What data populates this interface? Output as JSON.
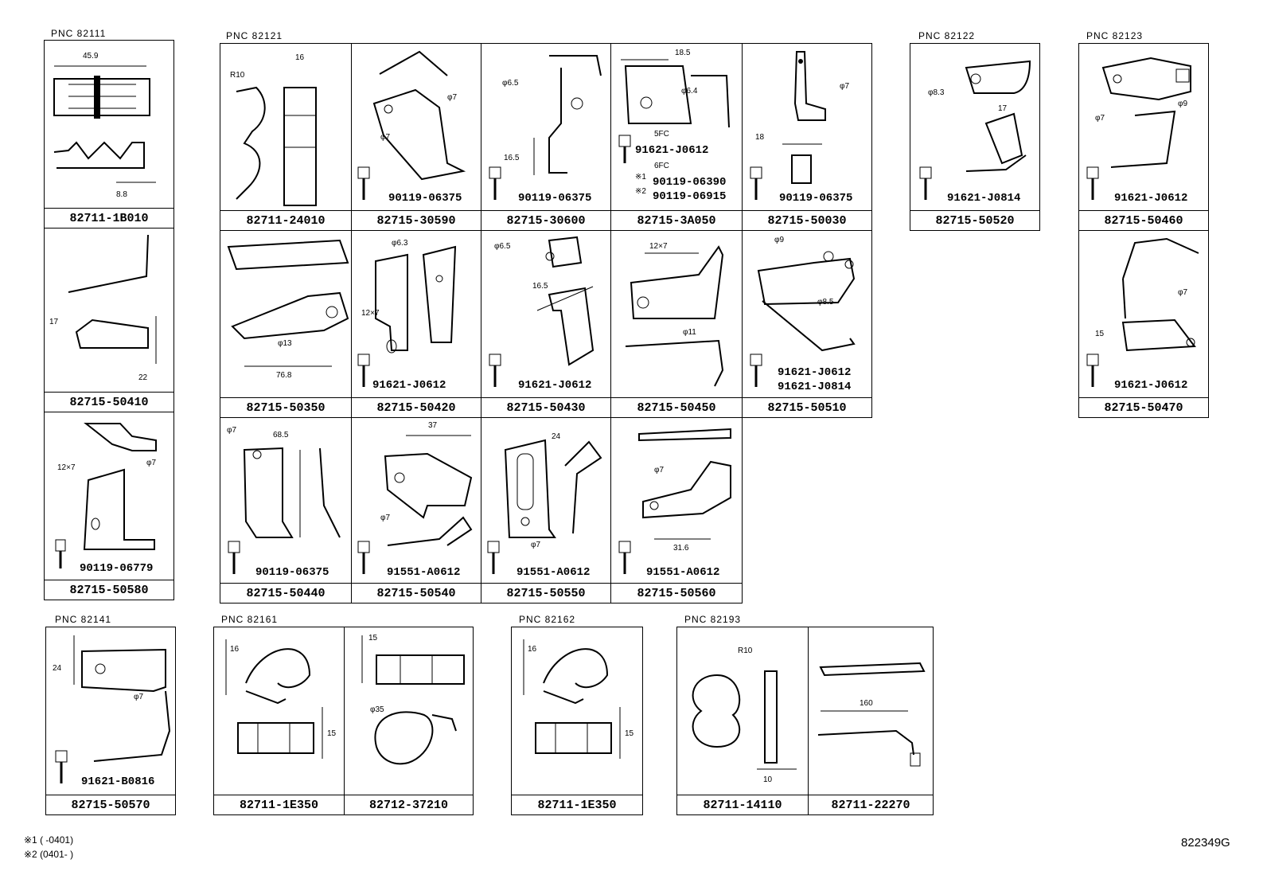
{
  "groups": [
    {
      "pnc": "PNC 82111",
      "cells": [
        {
          "label": "82711-1B010",
          "dims": [
            "45.9",
            "8.8"
          ],
          "fasteners": []
        },
        {
          "label": "82715-50410",
          "dims": [
            "17",
            "22"
          ],
          "fasteners": []
        },
        {
          "label": "82715-50580",
          "dims": [
            "12×7",
            "φ7"
          ],
          "fasteners": [
            "90119-06779"
          ]
        }
      ]
    },
    {
      "pnc": "PNC 82121",
      "cells": [
        {
          "label": "82711-24010",
          "dims": [
            "R10",
            "16"
          ],
          "fasteners": []
        },
        {
          "label": "82715-30590",
          "dims": [
            "φ7",
            "φ7"
          ],
          "fasteners": [
            "90119-06375"
          ]
        },
        {
          "label": "82715-30600",
          "dims": [
            "φ6.5",
            "16.5"
          ],
          "fasteners": [
            "90119-06375"
          ]
        },
        {
          "label": "82715-3A050",
          "dims": [
            "18.5",
            "φ6.4",
            "5FC",
            "6FC",
            "※1",
            "※2"
          ],
          "fasteners": [
            "91621-J0612",
            "90119-06390",
            "90119-06915"
          ]
        },
        {
          "label": "82715-50030",
          "dims": [
            "φ7",
            "18"
          ],
          "fasteners": [
            "90119-06375"
          ]
        },
        {
          "label": "82715-50350",
          "dims": [
            "φ13",
            "76.8"
          ],
          "fasteners": []
        },
        {
          "label": "82715-50420",
          "dims": [
            "φ6.3",
            "12×7"
          ],
          "fasteners": [
            "91621-J0612"
          ]
        },
        {
          "label": "82715-50430",
          "dims": [
            "φ6.5",
            "16.5"
          ],
          "fasteners": [
            "91621-J0612"
          ]
        },
        {
          "label": "82715-50450",
          "dims": [
            "12×7",
            "φ11"
          ],
          "fasteners": []
        },
        {
          "label": "82715-50510",
          "dims": [
            "φ9",
            "φ8.5"
          ],
          "fasteners": [
            "91621-J0612",
            "91621-J0814"
          ]
        },
        {
          "label": "82715-50440",
          "dims": [
            "φ7",
            "68.5"
          ],
          "fasteners": [
            "90119-06375"
          ]
        },
        {
          "label": "82715-50540",
          "dims": [
            "37",
            "φ7"
          ],
          "fasteners": [
            "91551-A0612"
          ]
        },
        {
          "label": "82715-50550",
          "dims": [
            "24",
            "φ7"
          ],
          "fasteners": [
            "91551-A0612"
          ]
        },
        {
          "label": "82715-50560",
          "dims": [
            "φ7",
            "31.6"
          ],
          "fasteners": [
            "91551-A0612"
          ]
        }
      ]
    },
    {
      "pnc": "PNC 82122",
      "cells": [
        {
          "label": "82715-50520",
          "dims": [
            "φ8.3",
            "17"
          ],
          "fasteners": [
            "91621-J0814"
          ]
        }
      ]
    },
    {
      "pnc": "PNC 82123",
      "cells": [
        {
          "label": "82715-50460",
          "dims": [
            "φ7",
            "φ9"
          ],
          "fasteners": [
            "91621-J0612"
          ]
        },
        {
          "label": "82715-50470",
          "dims": [
            "φ7",
            "15"
          ],
          "fasteners": [
            "91621-J0612"
          ]
        }
      ]
    },
    {
      "pnc": "PNC 82141",
      "cells": [
        {
          "label": "82715-50570",
          "dims": [
            "24",
            "φ7"
          ],
          "fasteners": [
            "91621-B0816"
          ]
        }
      ]
    },
    {
      "pnc": "PNC 82161",
      "cells": [
        {
          "label": "82711-1E350",
          "dims": [
            "16",
            "15"
          ],
          "fasteners": []
        },
        {
          "label": "82712-37210",
          "dims": [
            "15",
            "φ35"
          ],
          "fasteners": []
        }
      ]
    },
    {
      "pnc": "PNC 82162",
      "cells": [
        {
          "label": "82711-1E350",
          "dims": [
            "16",
            "15"
          ],
          "fasteners": []
        }
      ]
    },
    {
      "pnc": "PNC 82193",
      "cells": [
        {
          "label": "82711-14110",
          "dims": [
            "R10",
            "10"
          ],
          "fasteners": []
        },
        {
          "label": "82711-22270",
          "dims": [
            "160"
          ],
          "fasteners": []
        }
      ]
    }
  ],
  "footnotes": [
    "※1 (        -0401)",
    "※2 (0401-        )"
  ],
  "diagram_code": "822349G"
}
